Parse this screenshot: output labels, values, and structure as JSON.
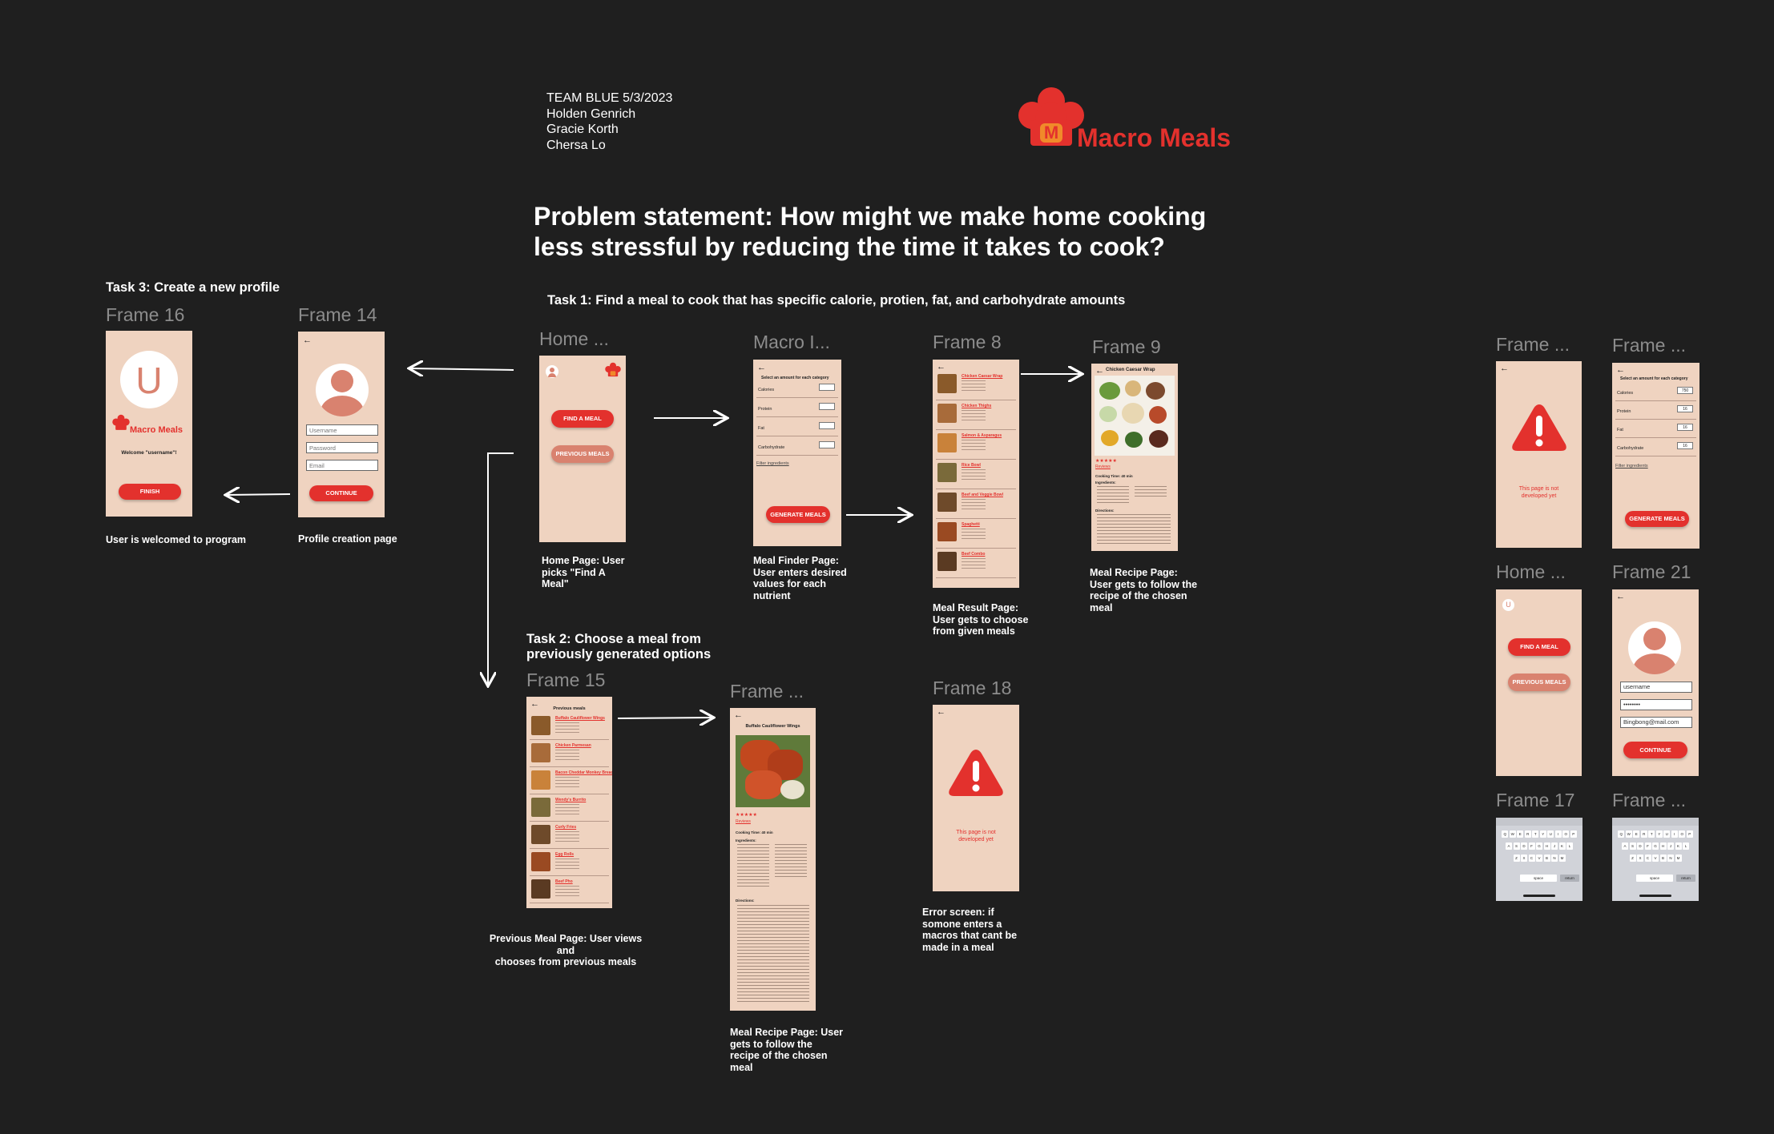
{
  "team": {
    "line1": "TEAM BLUE 5/3/2023",
    "line2": "Holden Genrich",
    "line3": "Gracie Korth",
    "line4": "Chersa Lo"
  },
  "logo": {
    "text": "Macro Meals",
    "mark": "M"
  },
  "problem_statement": {
    "line1": "Problem statement: How might we make home cooking",
    "line2": "less stressful by reducing the time it takes to cook?"
  },
  "tasks": {
    "task1": "Task 1:  Find a meal to cook that has specific calorie, protien, fat, and carbohydrate amounts",
    "task2_line1": "Task 2: Choose a meal from",
    "task2_line2": "previously generated options",
    "task3": "Task 3: Create a new profile"
  },
  "frames": {
    "f16": "Frame 16",
    "f14": "Frame 14",
    "home": "Home ...",
    "macro": "Macro I...",
    "f8": "Frame 8",
    "f9": "Frame 9",
    "f15": "Frame 15",
    "frame_trunc": "Frame ...",
    "f18": "Frame 18",
    "r_frame1": "Frame ...",
    "r_frame2": "Frame ...",
    "r_home": "Home ...",
    "f21": "Frame 21",
    "f17": "Frame 17",
    "r_frame3": "Frame ..."
  },
  "captions": {
    "f16": "User is welcomed to program",
    "f14": "Profile creation page",
    "home_1": "Home Page: User",
    "home_2": "picks \"Find A",
    "home_3": "Meal\"",
    "macro_1": "Meal Finder Page:",
    "macro_2": "User enters desired",
    "macro_3": "values for each",
    "macro_4": "nutrient",
    "f8_1": "Meal Result Page:",
    "f8_2": "User gets to choose",
    "f8_3": "from given meals",
    "f9_1": "Meal Recipe Page:",
    "f9_2": "User gets to follow the",
    "f9_3": "recipe of the chosen",
    "f9_4": "meal",
    "f15_1": "Previous Meal Page: User views and",
    "f15_2": "chooses from previous meals",
    "recipe_1": "Meal Recipe Page: User",
    "recipe_2": "gets to follow the",
    "recipe_3": "recipe of the chosen",
    "recipe_4": "meal",
    "f18_1": "Error screen: if",
    "f18_2": "somone enters a",
    "f18_3": "macros that cant be",
    "f18_4": "made in a meal"
  },
  "screens": {
    "welcome_text": "Welcome \"username\"!",
    "finish": "FINISH",
    "continue": "CONTINUE",
    "username_ph": "Username",
    "password_ph": "Password",
    "email_ph": "Email",
    "find_meal": "FIND A MEAL",
    "previous_meals": "PREVIOUS MEALS",
    "select_amount": "Select an amount for each category",
    "calories": "Calories",
    "protein": "Protein",
    "fat": "Fat",
    "carbs": "Carbohydrate",
    "filter": "Filter ingredients",
    "generate": "GENERATE MEALS",
    "previous_title": "Previous meals",
    "not_developed_1": "This page is not",
    "not_developed_2": "developed yet",
    "chicken_caesar": "Chicken Caesar Wrap",
    "buffalo_wings": "Buffalo Cauliflower Wings",
    "cooking_time": "Cooking Time: 40 min",
    "ingredients": "Ingredients:",
    "directions": "Directions:",
    "reviews": "Reviews",
    "stars": "★★★★★",
    "filled_username": "username",
    "filled_password": "••••••••",
    "filled_email": "Bingbong@mail.com",
    "val_cal": "750",
    "val_pro": "16",
    "val_fat": "16",
    "val_carb": "16",
    "avatar_letter": "U",
    "space": "space",
    "return": "return"
  },
  "f8_meals": [
    "Chicken Caesar Wrap",
    "Chicken Thighs",
    "Salmon & Asparagus",
    "Rice Bowl",
    "Beef and Veggie Bowl",
    "Spaghetti",
    "Beef Combo"
  ],
  "f15_meals": [
    "Buffalo Cauliflower Wings",
    "Chicken Parmesan",
    "Bacon Cheddar Monkey Bread",
    "Wendy's Burrito",
    "Curly Fries",
    "Egg Rolls",
    "Beef Pho"
  ],
  "keyboard": {
    "row1": [
      "Q",
      "W",
      "E",
      "R",
      "T",
      "Y",
      "U",
      "I",
      "O",
      "P"
    ],
    "row2": [
      "A",
      "S",
      "D",
      "F",
      "G",
      "H",
      "J",
      "K",
      "L"
    ],
    "row3": [
      "Z",
      "X",
      "C",
      "V",
      "B",
      "N",
      "M"
    ]
  },
  "colors": {
    "background": "#1f1f1f",
    "screen": "#efd3c0",
    "accent": "#e3312d",
    "muted_button": "#d9826f"
  }
}
